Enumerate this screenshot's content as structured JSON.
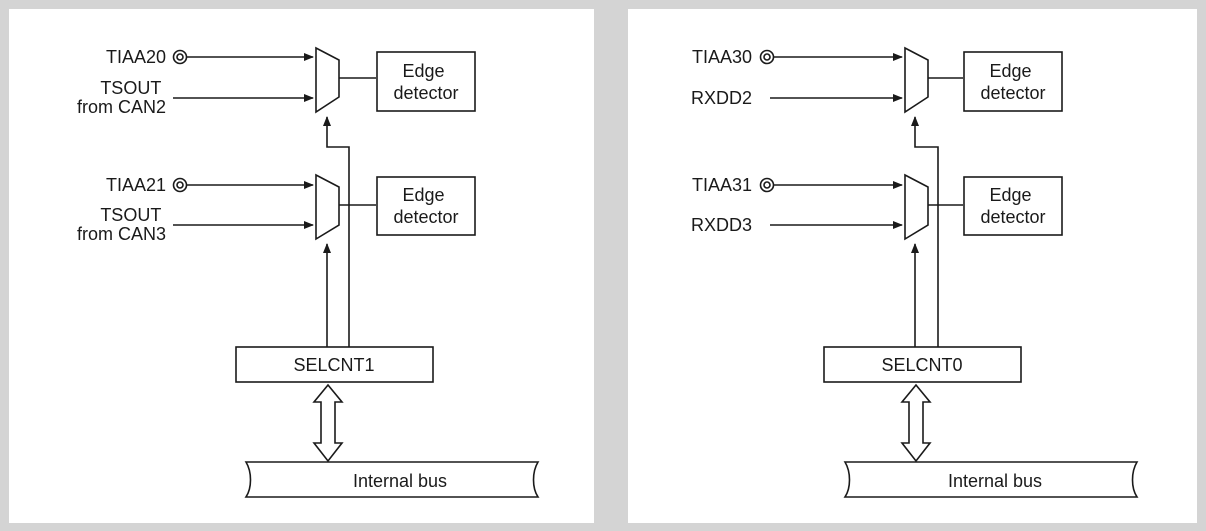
{
  "panels": [
    {
      "pin_a": "TIAA20",
      "input_a": [
        "TSOUT",
        "from CAN2"
      ],
      "pin_b": "TIAA21",
      "input_b": [
        "TSOUT",
        "from CAN3"
      ],
      "detector_top": [
        "Edge",
        "detector"
      ],
      "detector_bottom": [
        "Edge",
        "detector"
      ],
      "register": "SELCNT1",
      "bus": "Internal bus"
    },
    {
      "pin_a": "TIAA30",
      "input_a": [
        "RXDD2"
      ],
      "pin_b": "TIAA31",
      "input_b": [
        "RXDD3"
      ],
      "detector_top": [
        "Edge",
        "detector"
      ],
      "detector_bottom": [
        "Edge",
        "detector"
      ],
      "register": "SELCNT0",
      "bus": "Internal bus"
    }
  ],
  "colors": {
    "background": "#d4d4d4",
    "panel": "#ffffff",
    "line": "#1a1a1a"
  }
}
